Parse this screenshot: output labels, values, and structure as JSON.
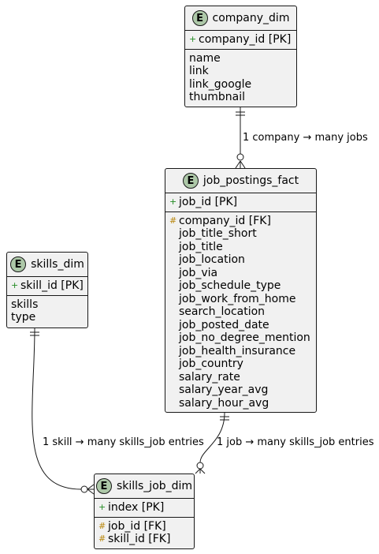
{
  "entities": {
    "company_dim": {
      "badge": "E",
      "title": "company_dim",
      "keys": [
        {
          "marker": "+",
          "text": "company_id [PK]"
        }
      ],
      "attributes": [
        "name",
        "link",
        "link_google",
        "thumbnail"
      ]
    },
    "job_postings_fact": {
      "badge": "E",
      "title": "job_postings_fact",
      "keys": [
        {
          "marker": "+",
          "text": "job_id [PK]"
        }
      ],
      "attributes": [
        {
          "marker": "#",
          "text": "company_id [FK]"
        },
        {
          "marker": "",
          "text": "job_title_short"
        },
        {
          "marker": "",
          "text": "job_title"
        },
        {
          "marker": "",
          "text": "job_location"
        },
        {
          "marker": "",
          "text": "job_via"
        },
        {
          "marker": "",
          "text": "job_schedule_type"
        },
        {
          "marker": "",
          "text": "job_work_from_home"
        },
        {
          "marker": "",
          "text": "search_location"
        },
        {
          "marker": "",
          "text": "job_posted_date"
        },
        {
          "marker": "",
          "text": "job_no_degree_mention"
        },
        {
          "marker": "",
          "text": "job_health_insurance"
        },
        {
          "marker": "",
          "text": "job_country"
        },
        {
          "marker": "",
          "text": "salary_rate"
        },
        {
          "marker": "",
          "text": "salary_year_avg"
        },
        {
          "marker": "",
          "text": "salary_hour_avg"
        }
      ]
    },
    "skills_dim": {
      "badge": "E",
      "title": "skills_dim",
      "keys": [
        {
          "marker": "+",
          "text": "skill_id [PK]"
        }
      ],
      "attributes": [
        "skills",
        "type"
      ]
    },
    "skills_job_dim": {
      "badge": "E",
      "title": "skills_job_dim",
      "keys": [
        {
          "marker": "+",
          "text": "index [PK]"
        }
      ],
      "attributes": [
        {
          "marker": "#",
          "text": "job_id [FK]"
        },
        {
          "marker": "#",
          "text": "skill_id [FK]"
        }
      ]
    }
  },
  "relationships": [
    {
      "from": "company_dim",
      "to": "job_postings_fact",
      "label": "1 company → many jobs"
    },
    {
      "from": "skills_dim",
      "to": "skills_job_dim",
      "label": "1 skill → many skills_job entries"
    },
    {
      "from": "job_postings_fact",
      "to": "skills_job_dim",
      "label": "1 job → many skills_job entries"
    }
  ],
  "colors": {
    "entity_fill": "#f1f1f1",
    "badge_fill": "#adc8a8",
    "border": "#181818",
    "pk_marker": "#228b22",
    "fk_marker": "#b8860b"
  }
}
